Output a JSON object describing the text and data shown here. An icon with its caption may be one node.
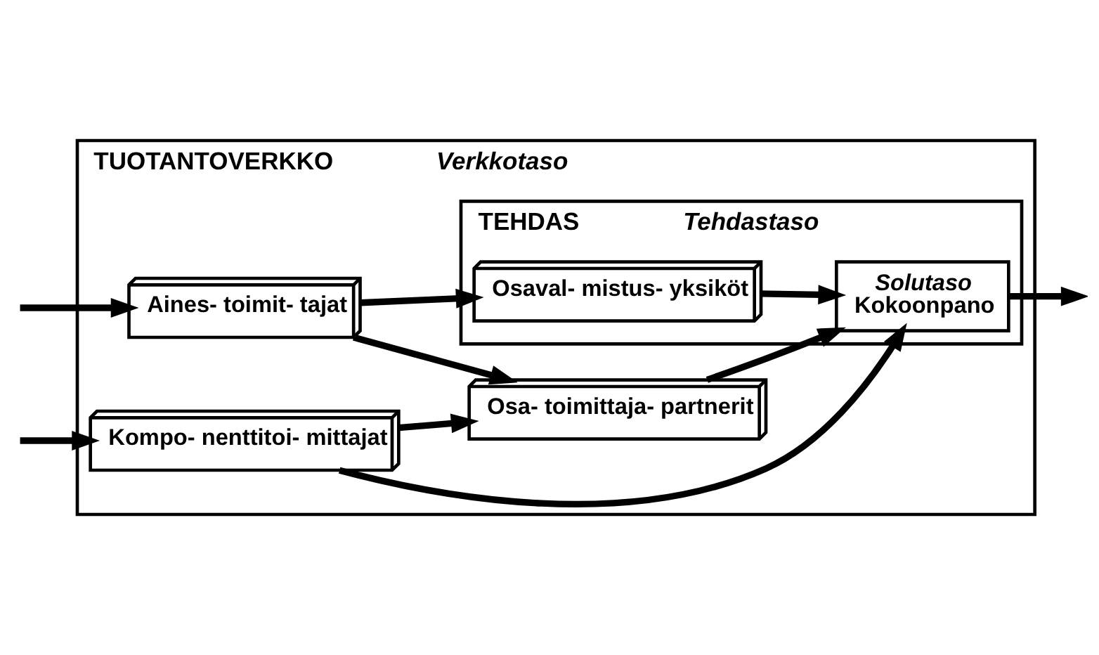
{
  "diagram": {
    "nodes": [
      {
        "text": [
          "TUOTANTOVERKKO",
          "Verkkotaso"
        ]
      },
      {
        "text": [
          "Aines- toimit- tajat"
        ],
        "in": 0
      },
      {
        "text": [
          "TEHDAS",
          "Tehdastaso"
        ],
        "in": 0
      },
      {
        "text": [
          "Osaval- mistus- yksiköt"
        ],
        "in": 2
      },
      {
        "text": [
          "Solutaso",
          "Kokoonpano"
        ],
        "in": 2
      },
      {
        "text": [
          "Kompo- nenttitoi- mittajat"
        ],
        "in": 0
      },
      {
        "text": [
          "Osa- toimittaja- partnerit"
        ],
        "in": 0
      }
    ],
    "edges": [
      {
        "from": null,
        "to": 1,
        "arrow": "to"
      },
      {
        "from": 1,
        "to": 3,
        "arrow": "to"
      },
      {
        "from": 3,
        "to": 4,
        "arrow": "to"
      },
      {
        "from": 4,
        "to": null,
        "arrow": "to"
      },
      {
        "from": null,
        "to": 5,
        "arrow": "to"
      },
      {
        "from": 1,
        "to": 6,
        "arrow": "to"
      },
      {
        "from": 5,
        "to": 4,
        "arrow": "to"
      },
      {
        "from": 5,
        "to": 6,
        "arrow": "to"
      },
      {
        "from": 6,
        "to": 4,
        "arrow": "to"
      }
    ]
  }
}
